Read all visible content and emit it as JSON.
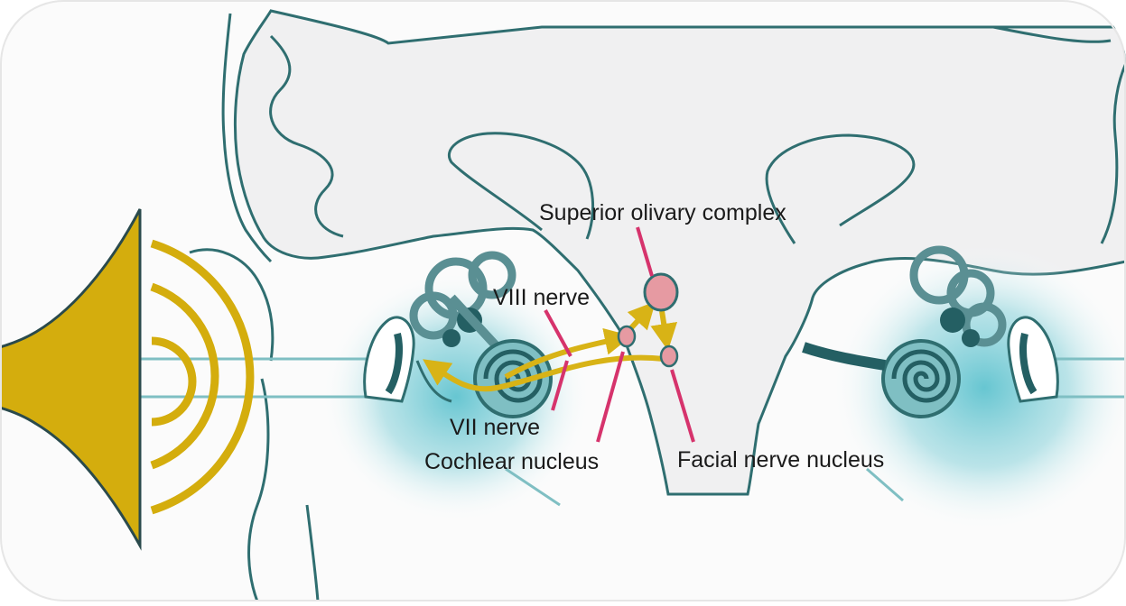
{
  "labels": {
    "superior_olivary_complex": "Superior olivary complex",
    "viii_nerve": "VIII nerve",
    "vii_nerve": "VII nerve",
    "cochlear_nucleus": "Cochlear nucleus",
    "facial_nerve_nucleus": "Facial nerve nucleus"
  },
  "colors": {
    "outline": "#2f6e70",
    "brain_fill": "#f0f0f1",
    "teal_glow": "#5fc3cf",
    "teal_dark": "#245f63",
    "teal_mid": "#7fbfc3",
    "speaker_gold": "#d4ad0d",
    "pathway_gold": "#d8b316",
    "pointer_pink": "#d6336c",
    "nucleus_pink": "#e69aa2",
    "text": "#1a1a1a"
  },
  "icons": [
    "speaker-icon",
    "sound-wave-icon",
    "inner-ear-icon",
    "cochlea-icon"
  ]
}
